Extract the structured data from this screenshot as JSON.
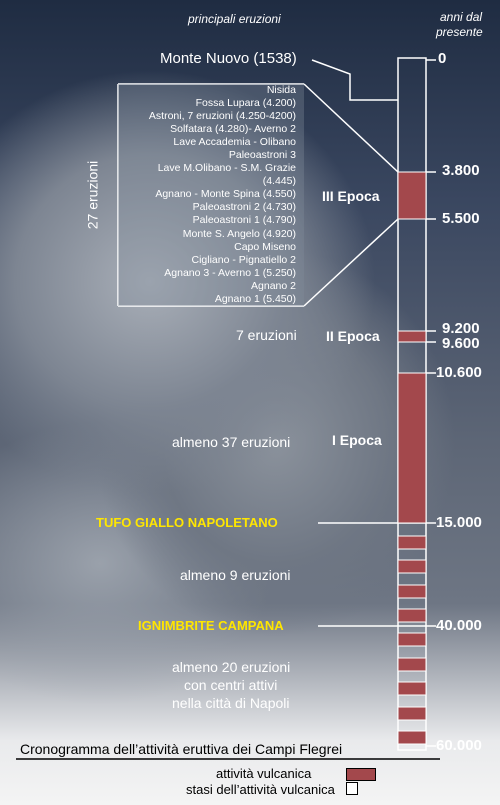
{
  "header": {
    "principal": "principali eruzioni",
    "years_line1": "anni dal",
    "years_line2": "presente"
  },
  "first_eruption": "Monte Nuovo (1538)",
  "group_label": "27 eruzioni",
  "eruption_list": [
    "Nisida",
    "Fossa Lupara (4.200)",
    "Astroni, 7 eruzioni (4.250-4200)",
    "Solfatara (4.280)- Averno 2",
    "Lave Accademia - Olibano",
    "Paleoastroni 3",
    "Lave M.Olibano - S.M. Grazie",
    "(4.445)",
    "Agnano - Monte Spina (4.550)",
    "Paleoastroni 2 (4.730)",
    "Paleoastroni 1 (4.790)",
    "Monte S. Angelo (4.920)",
    "Capo Miseno",
    "Cigliano - Pignatiello 2",
    "Agnano 3 - Averno 1 (5.250)",
    "Agnano 2",
    "Agnano 1 (5.450)"
  ],
  "epochs": {
    "third": "III Epoca",
    "second": "II Epoca",
    "first": "I Epoca"
  },
  "eruption_counts": {
    "second": "7 eruzioni",
    "first": "almeno 37 eruzioni",
    "post_ignimbrite": "almeno 9 eruzioni",
    "naples": [
      "almeno 20 eruzioni",
      "con centri attivi",
      "nella città di Napoli"
    ]
  },
  "markers": {
    "tufo": "TUFO GIALLO NAPOLETANO",
    "ignimbrite": "IGNIMBRITE CAMPANA"
  },
  "ticks": [
    "0",
    "3.800",
    "5.500",
    "9.200",
    "9.600",
    "10.600",
    "15.000",
    "40.000",
    "60.000"
  ],
  "title": "Cronogramma dell’attività eruttiva dei Campi Flegrei",
  "legend": {
    "active": "attività vulcanica",
    "stasis": "stasi dell’attività vulcanica"
  },
  "colors": {
    "active": "#a3484c",
    "stasis_border": "#ffffff",
    "highlight": "#ffe600"
  }
}
